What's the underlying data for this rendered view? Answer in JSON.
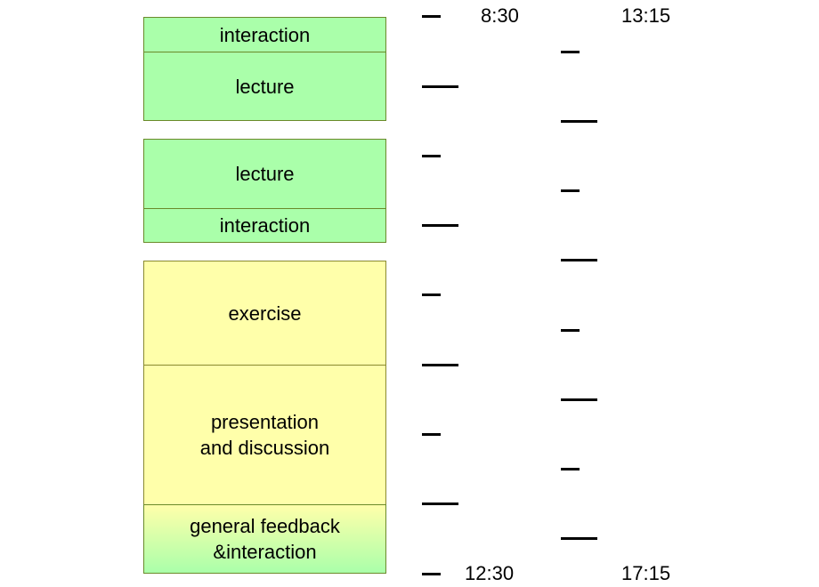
{
  "morning_blocks": [
    {
      "label": "interaction",
      "color": "green"
    },
    {
      "label": "lecture",
      "color": "green"
    },
    {
      "label": "lecture",
      "color": "green"
    },
    {
      "label": "interaction",
      "color": "green"
    }
  ],
  "afternoon_blocks": [
    {
      "label": "exercise",
      "color": "yellow"
    },
    {
      "label": "presentation\nand discussion",
      "color": "yellow"
    },
    {
      "label": "general feedback\n&interaction",
      "color": "yellow-to-green"
    }
  ],
  "timeline_morning": {
    "start_label": "8:30",
    "end_label": "12:30"
  },
  "timeline_afternoon": {
    "start_label": "13:15",
    "end_label": "17:15"
  },
  "colors": {
    "green": "#aaffaa",
    "yellow": "#ffffaa"
  }
}
